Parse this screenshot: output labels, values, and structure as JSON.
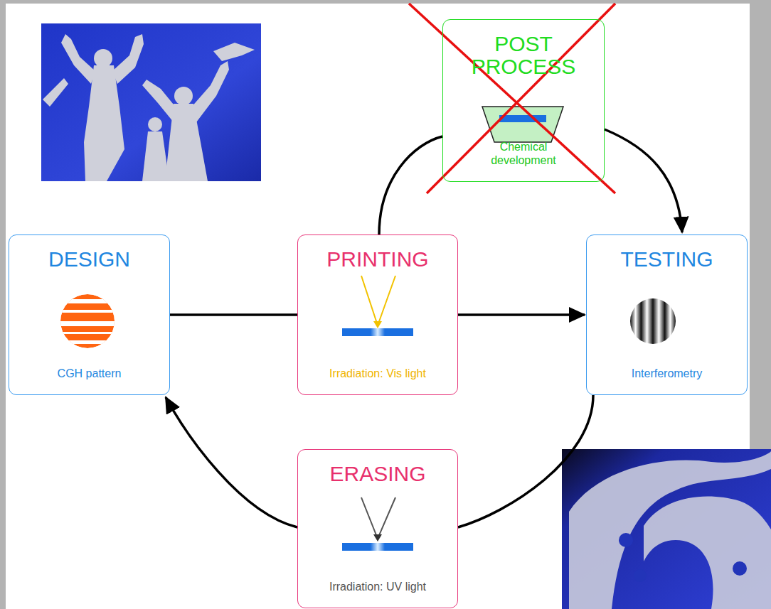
{
  "diagram": {
    "nodes": [
      {
        "text": [
          "POST PROCESS",
          "Chemical development"
        ]
      },
      {
        "text": [
          "DESIGN",
          "CGH pattern"
        ]
      },
      {
        "text": [
          "PRINTING",
          "Irradiation: Vis light"
        ]
      },
      {
        "text": [
          "TESTING",
          "Interferometry"
        ]
      },
      {
        "text": [
          "ERASING",
          "Irradiation: UV light"
        ]
      }
    ],
    "edges": [
      {
        "from": 1,
        "to": 2,
        "arrow": "none"
      },
      {
        "from": 2,
        "to": 3,
        "arrow": "to"
      },
      {
        "from": 2,
        "to": 0,
        "arrow": "none"
      },
      {
        "from": 0,
        "to": 3,
        "arrow": "to"
      },
      {
        "from": 3,
        "to": 4,
        "arrow": "none"
      },
      {
        "from": 4,
        "to": 1,
        "arrow": "to"
      }
    ]
  }
}
